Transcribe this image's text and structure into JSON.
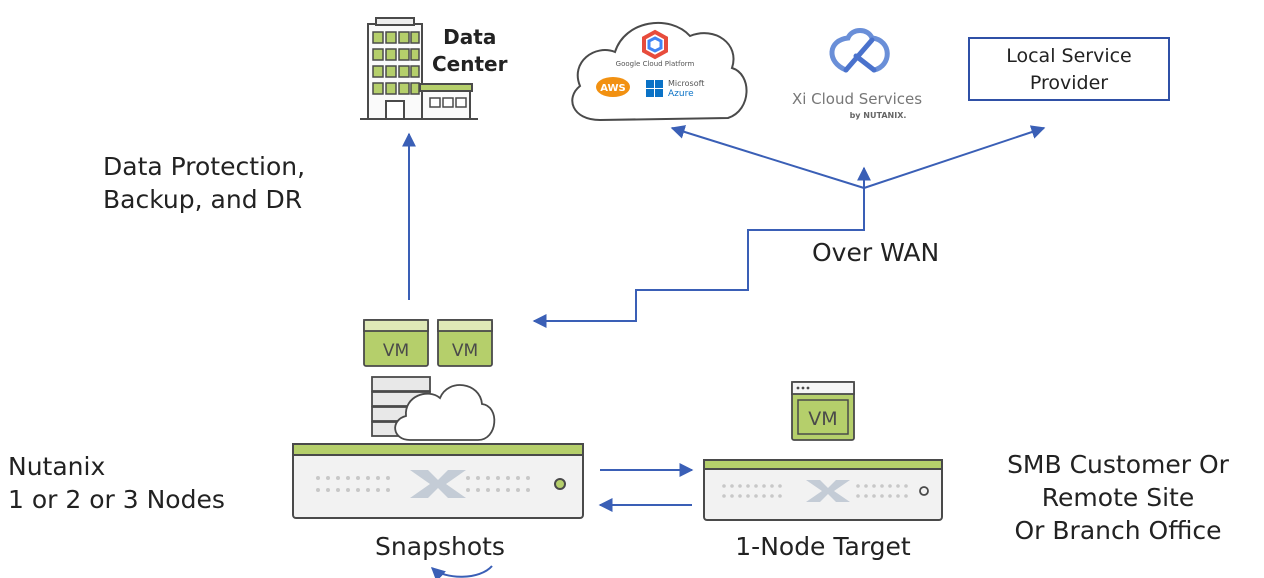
{
  "nodes": {
    "datacenter": {
      "label": "Data\nCenter",
      "icon": "building-icon"
    },
    "public_cloud": {
      "icon": "cloud-providers-icon",
      "providers": [
        "Google Cloud Platform",
        "AWS",
        "Microsoft\nAzure"
      ]
    },
    "xi_cloud": {
      "label": "Xi Cloud Services",
      "byline": "by NUTANIX.",
      "icon": "xi-cloud-logo-icon"
    },
    "local_provider": {
      "label": "Local Service\nProvider"
    },
    "nutanix_cluster": {
      "label": "Nutanix\n1 or 2 or 3 Nodes",
      "caption": "Snapshots"
    },
    "target_node": {
      "label": "1-Node Target"
    },
    "smb": {
      "label": "SMB Customer Or\nRemote Site\nOr Branch Office"
    }
  },
  "edges": {
    "protection_label": "Data Protection,\nBackup, and DR",
    "wan_label": "Over WAN"
  },
  "vm_label": "VM",
  "colors": {
    "arrow": "#3a5fb6",
    "vm_green": "#b5cf6b",
    "vm_green_dark": "#8aa33a",
    "server_gray": "#e8e8e8",
    "server_stripe": "#b9d46a",
    "outline": "#4a4a4a"
  }
}
